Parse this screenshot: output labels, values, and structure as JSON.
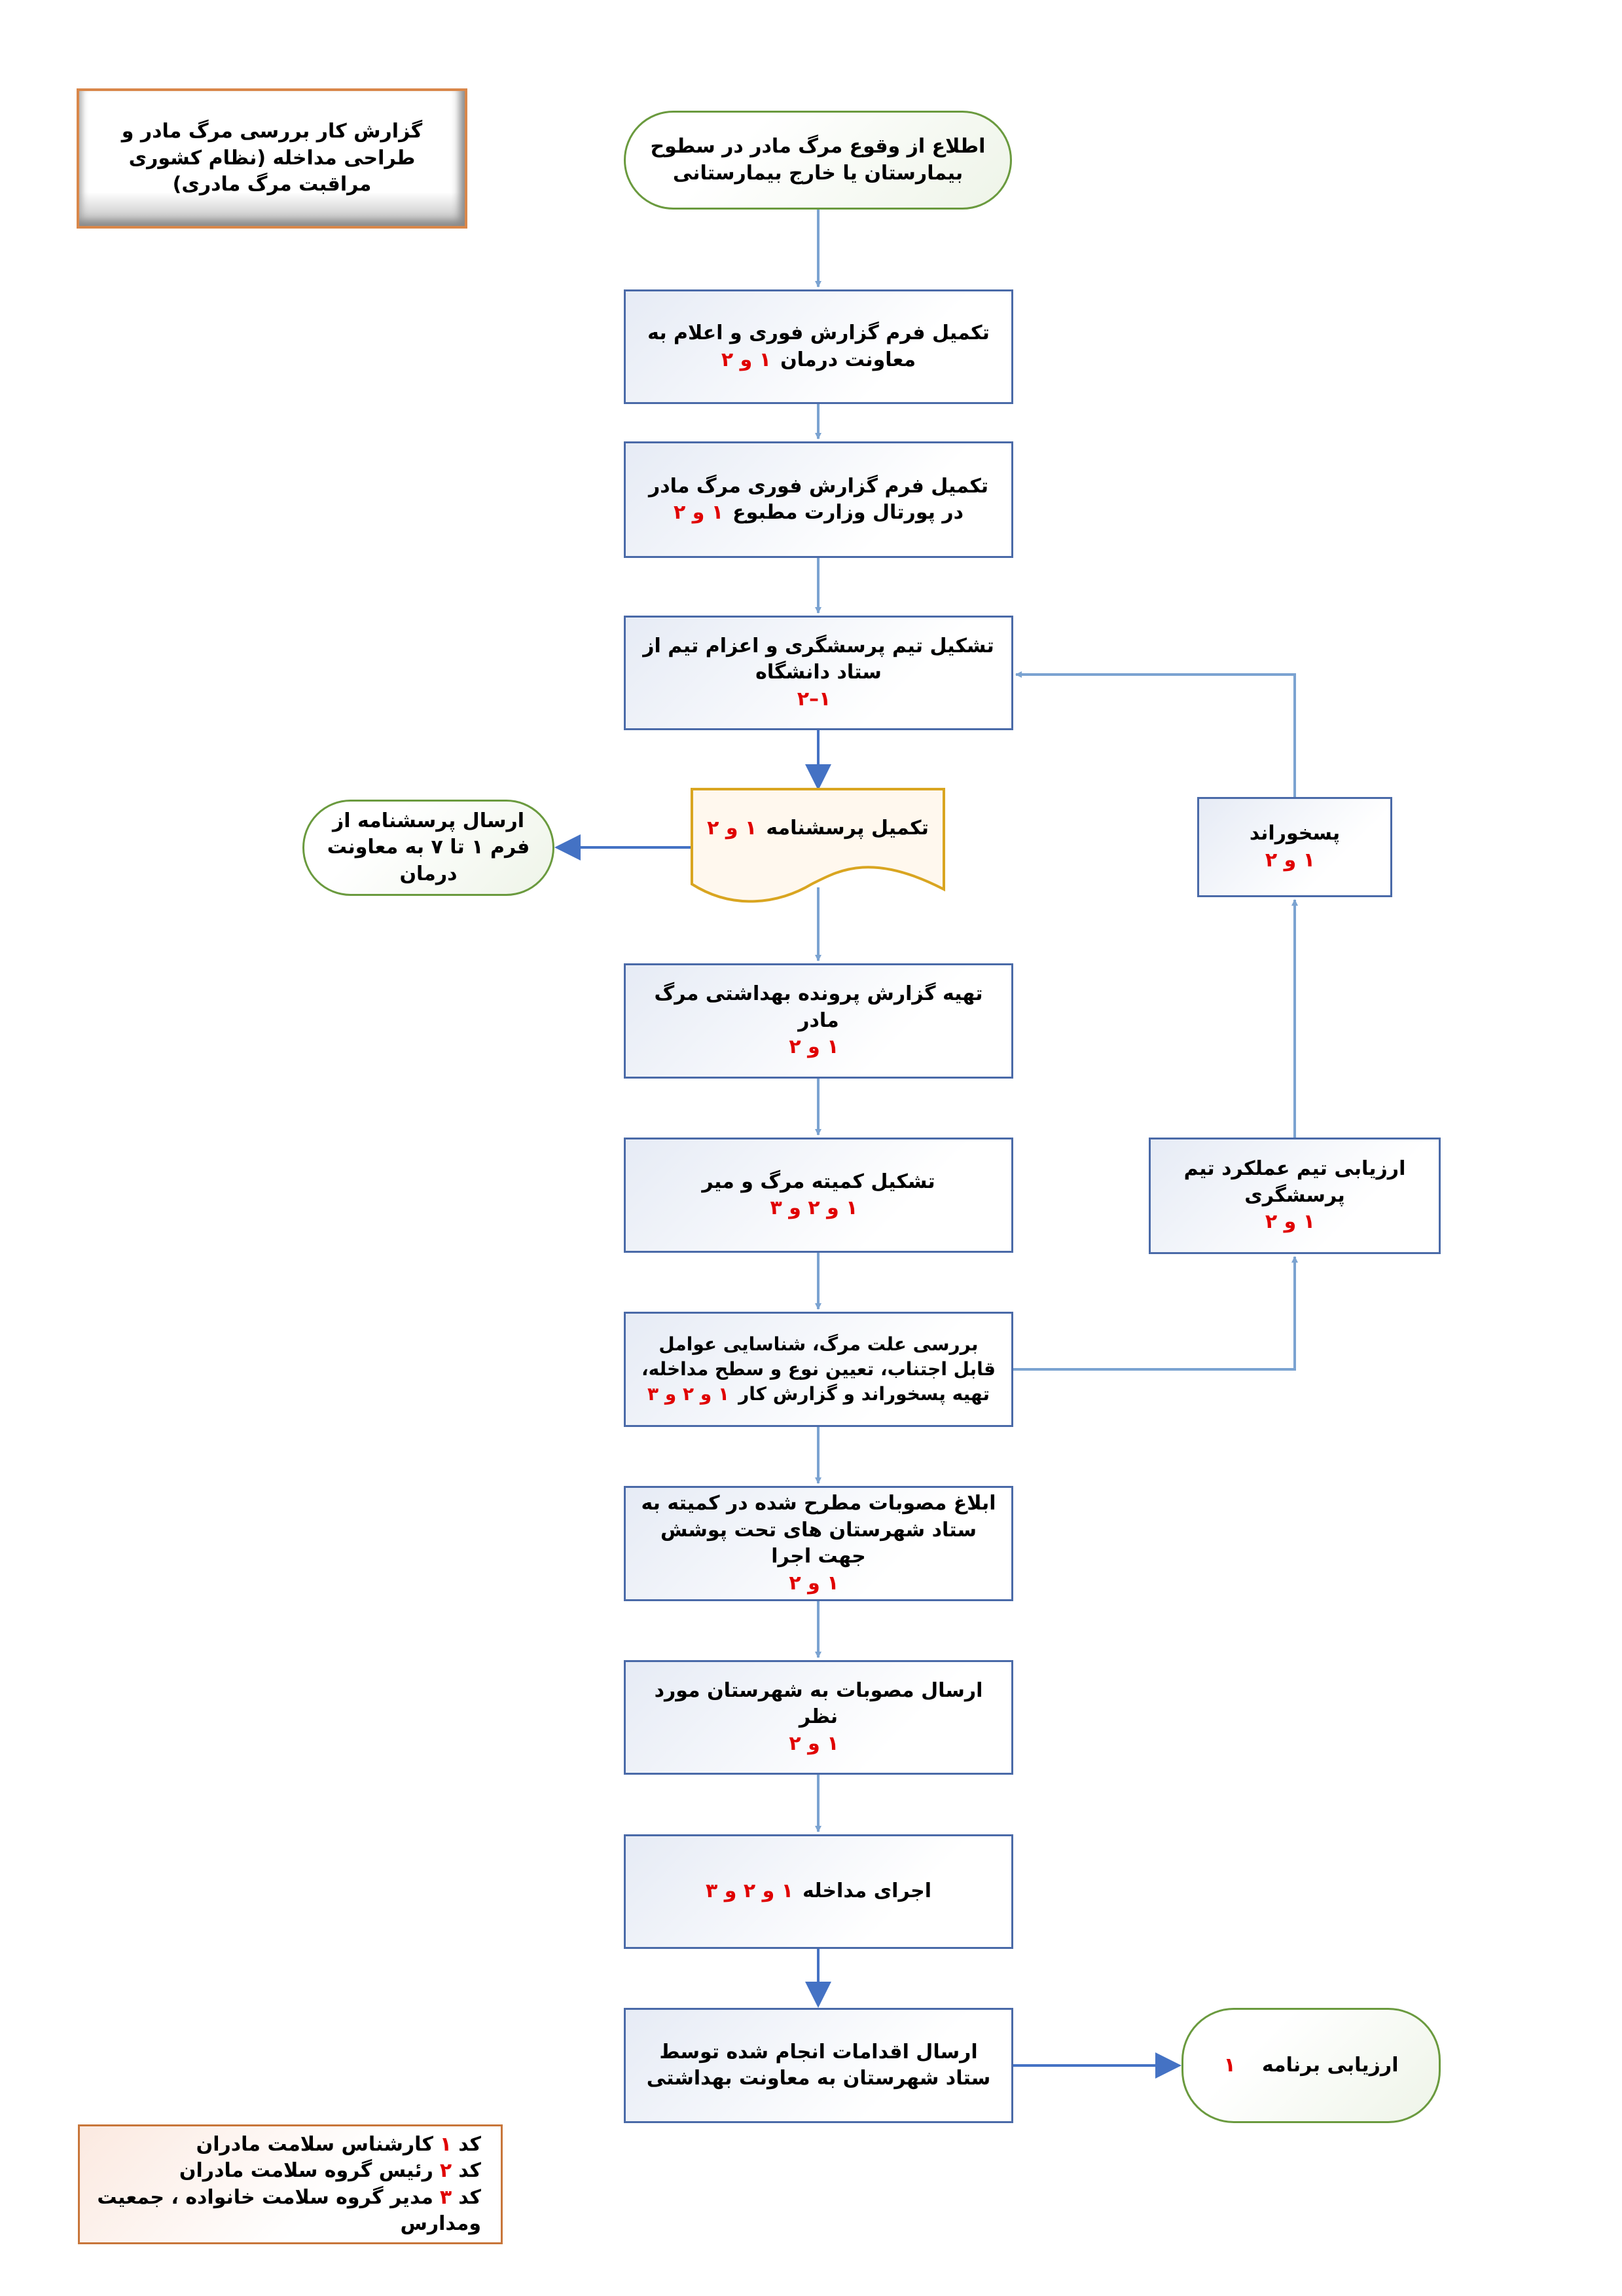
{
  "title_box": {
    "text": "گزارش کار بررسی مرگ مادر و طراحی مداخله (نظام کشوری مراقبت مرگ مادری)"
  },
  "start": {
    "text": "اطلاع از وقوع مرگ مادر در سطوح بیمارستان یا خارج بیمارستانی"
  },
  "steps": [
    {
      "text": "تکمیل فرم گزارش فوری و اعلام به معاونت درمان",
      "code": "۱ و ۲"
    },
    {
      "text": "تکمیل فرم گزارش فوری مرگ مادر در پورتال وزارت مطبوع",
      "code": "۱ و ۲"
    },
    {
      "text": "تشکیل تیم پرسشگری و اعزام تیم از ستاد دانشگاه",
      "code": "۱–۲"
    },
    {
      "text": "تکمیل پرسشنامه",
      "code": "۱ و ۲"
    },
    {
      "text": "تهیه گزارش پرونده بهداشتی مرگ مادر",
      "code": "۱ و ۲"
    },
    {
      "text": "تشکیل کمیته مرگ و میر",
      "code": "۱ و ۲ و ۳"
    },
    {
      "text": "بررسی علت مرگ، شناسایی عوامل قابل اجتناب، تعیین نوع و سطح مداخله، تهیه پسخوراند و گزارش کار",
      "code": "۱ و ۲ و ۳"
    },
    {
      "text": "ابلاغ مصوبات مطرح شده در کمیته به ستاد شهرستان های تحت پوشش جهت اجرا",
      "code": "۱ و ۲"
    },
    {
      "text": "ارسال مصوبات به شهرستان مورد نظر",
      "code": "۱ و ۲"
    },
    {
      "text": "اجرای مداخله",
      "code": "۱ و ۲ و ۳"
    },
    {
      "text": "ارسال اقدامات انجام شده توسط ستاد شهرستان به معاونت بهداشتی"
    }
  ],
  "send_questionnaire": {
    "text": "ارسال پرسشنامه از فرم ۱ تا ۷ به معاونت درمان"
  },
  "program_eval": {
    "text": "ارزیابی برنامه",
    "code": "۱"
  },
  "team_eval": {
    "text": "ارزیابی تیم عملکرد تیم پرسشگری",
    "code": "۱ و ۲"
  },
  "feedback": {
    "text": "پسخوراند",
    "code": "۱ و ۲"
  },
  "legend": [
    {
      "label": "کد",
      "code": "۱",
      "text": "کارشناس سلامت مادران"
    },
    {
      "label": "کد",
      "code": "۲",
      "text": "رئیس گروه سلامت مادران"
    },
    {
      "label": "کد",
      "code": "۳",
      "text": "مدیر گروه سلامت خانواده ، جمعیت ومدارس"
    }
  ],
  "colors": {
    "process_border": "#4a6aa8",
    "terminator_border": "#6a9a3e",
    "document_border": "#d9a520",
    "code_red": "#e00000",
    "arrow": "#7ba3d1"
  }
}
